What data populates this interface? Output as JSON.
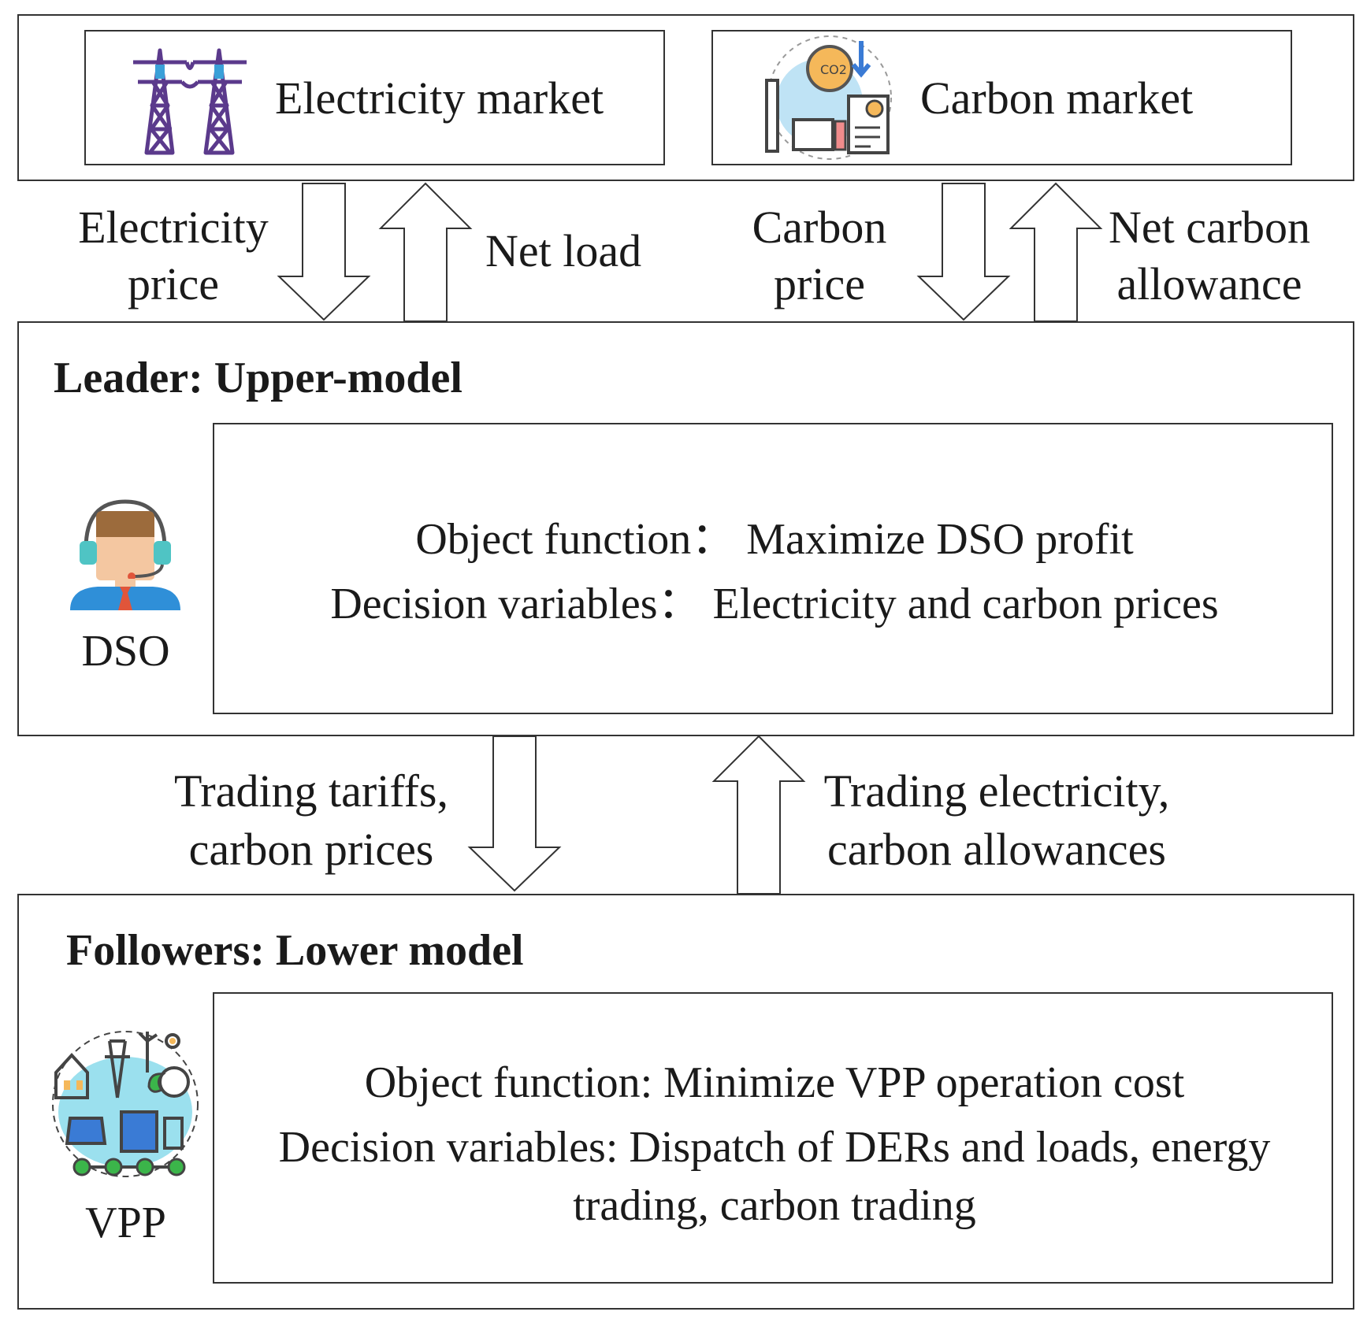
{
  "markets": {
    "electricity": {
      "label": "Electricity market",
      "icon": "transmission-tower-icon"
    },
    "carbon": {
      "label": "Carbon market",
      "icon": "co2-carbon-icon"
    }
  },
  "market_flows": {
    "electricity_price": [
      "Electricity",
      "price"
    ],
    "net_load": "Net load",
    "carbon_price": [
      "Carbon",
      "price"
    ],
    "net_carbon_allowance": [
      "Net carbon",
      "allowance"
    ]
  },
  "leader": {
    "title": "Leader: Upper-model",
    "actor": {
      "label": "DSO",
      "icon": "operator-headset-icon"
    },
    "objective": "Object function：  Maximize DSO profit",
    "decision": "Decision variables：  Electricity and carbon prices"
  },
  "middle_flows": {
    "down": [
      "Trading tariffs,",
      "carbon prices"
    ],
    "up": [
      "Trading electricity,",
      "carbon allowances"
    ]
  },
  "followers": {
    "title": "Followers: Lower model",
    "actor": {
      "label": "VPP",
      "icon": "virtual-power-plant-icon"
    },
    "objective": "Object function: Minimize VPP operation cost",
    "decision": [
      "Decision variables: Dispatch of DERs and loads, energy",
      "trading, carbon trading"
    ]
  },
  "colors": {
    "border": "#333333",
    "tower": "#5b3a8c",
    "tower_accent": "#3aa0d8",
    "headset": "#4fc4c4",
    "hair": "#9c6b3c",
    "skin": "#f4c7a1",
    "shirt": "#2f8fd8",
    "vpp_bg": "#9be0ee",
    "green": "#3bb54a"
  }
}
